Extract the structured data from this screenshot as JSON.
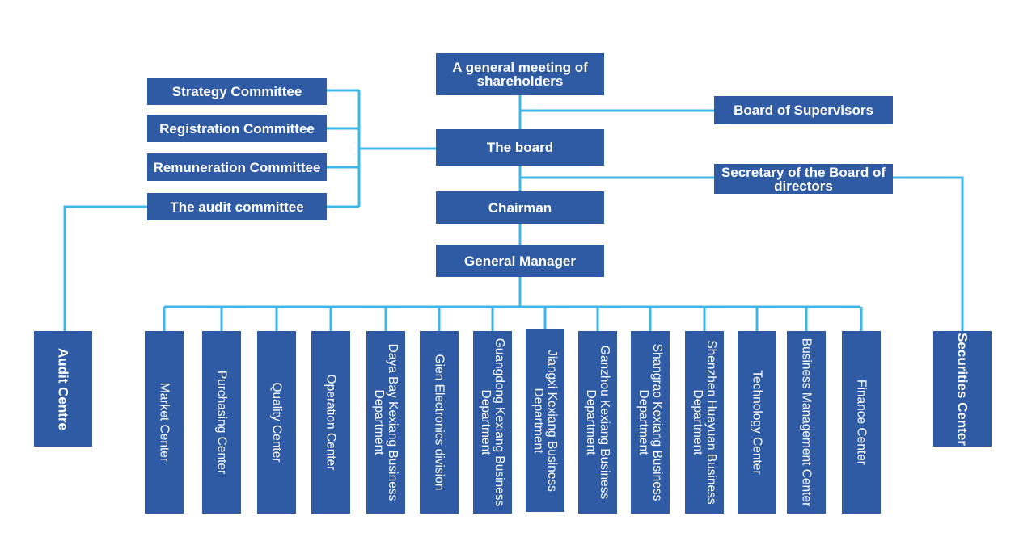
{
  "colors": {
    "box": "#2f5ba4",
    "line": "#3fb6e8"
  },
  "top": {
    "shareholders": "A general meeting of shareholders",
    "board": "The board",
    "chairman": "Chairman",
    "general_manager": "General Manager"
  },
  "committees": [
    "Strategy Committee",
    "Registration Committee",
    "Remuneration Committee",
    "The audit committee"
  ],
  "side": {
    "supervisors": "Board of Supervisors",
    "secretary": "Secretary of the Board of directors",
    "audit_centre": "Audit Centre",
    "securities_center": "Securities Center"
  },
  "departments": [
    "Market Center",
    "Purchasing Center",
    "Quality Center",
    "Operation Center",
    "Daya Bay Kexiang Business Department",
    "Gien Electronics division",
    "Guangdong Kexiang Business Department",
    "Jiangxi Kexiang Business Department",
    "Ganzhou Kexiang Business Department",
    "Shangrao Kexiang Business Department",
    "Shenzhen Huayuan Business Department",
    "Technology Center",
    "Business Management Center",
    "Finance Center"
  ]
}
